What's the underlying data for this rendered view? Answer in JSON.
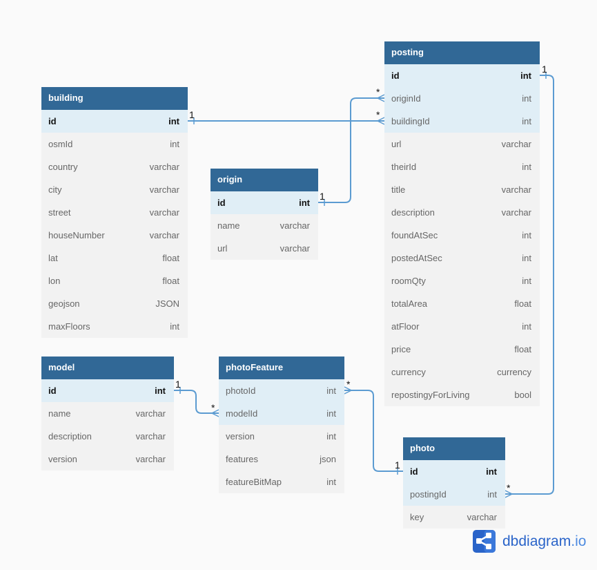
{
  "tables": [
    {
      "id": "building",
      "name": "building",
      "fields": [
        [
          "id",
          "int"
        ],
        [
          "osmId",
          "int"
        ],
        [
          "country",
          "varchar"
        ],
        [
          "city",
          "varchar"
        ],
        [
          "street",
          "varchar"
        ],
        [
          "houseNumber",
          "varchar"
        ],
        [
          "lat",
          "float"
        ],
        [
          "lon",
          "float"
        ],
        [
          "geojson",
          "JSON"
        ],
        [
          "maxFloors",
          "int"
        ]
      ],
      "hl": [
        0
      ]
    },
    {
      "id": "posting",
      "name": "posting",
      "fields": [
        [
          "id",
          "int"
        ],
        [
          "originId",
          "int"
        ],
        [
          "buildingId",
          "int"
        ],
        [
          "url",
          "varchar"
        ],
        [
          "theirId",
          "int"
        ],
        [
          "title",
          "varchar"
        ],
        [
          "description",
          "varchar"
        ],
        [
          "foundAtSec",
          "int"
        ],
        [
          "postedAtSec",
          "int"
        ],
        [
          "roomQty",
          "int"
        ],
        [
          "totalArea",
          "float"
        ],
        [
          "atFloor",
          "int"
        ],
        [
          "price",
          "float"
        ],
        [
          "currency",
          "currency"
        ],
        [
          "repostingyForLiving",
          "bool"
        ]
      ],
      "hl": [
        0,
        1,
        2
      ]
    },
    {
      "id": "origin",
      "name": "origin",
      "fields": [
        [
          "id",
          "int"
        ],
        [
          "name",
          "varchar"
        ],
        [
          "url",
          "varchar"
        ]
      ],
      "hl": [
        0
      ]
    },
    {
      "id": "model",
      "name": "model",
      "fields": [
        [
          "id",
          "int"
        ],
        [
          "name",
          "varchar"
        ],
        [
          "description",
          "varchar"
        ],
        [
          "version",
          "varchar"
        ]
      ],
      "hl": [
        0
      ]
    },
    {
      "id": "photoFeature",
      "name": "photoFeature",
      "fields": [
        [
          "photoId",
          "int"
        ],
        [
          "modelId",
          "int"
        ],
        [
          "version",
          "int"
        ],
        [
          "features",
          "json"
        ],
        [
          "featureBitMap",
          "int"
        ]
      ],
      "hl": [
        0,
        1
      ]
    },
    {
      "id": "photo",
      "name": "photo",
      "fields": [
        [
          "id",
          "int"
        ],
        [
          "postingId",
          "int"
        ],
        [
          "key",
          "varchar"
        ]
      ],
      "hl": [
        0,
        1
      ]
    }
  ],
  "cardinality": {
    "one": "1",
    "many": "*"
  },
  "logo": {
    "brand": "dbdiagram",
    "tld": ".io",
    "icon": "share-icon"
  },
  "colors": {
    "header": "#316896",
    "link": "#5b9bd1",
    "highlight": "#e0eef6"
  }
}
